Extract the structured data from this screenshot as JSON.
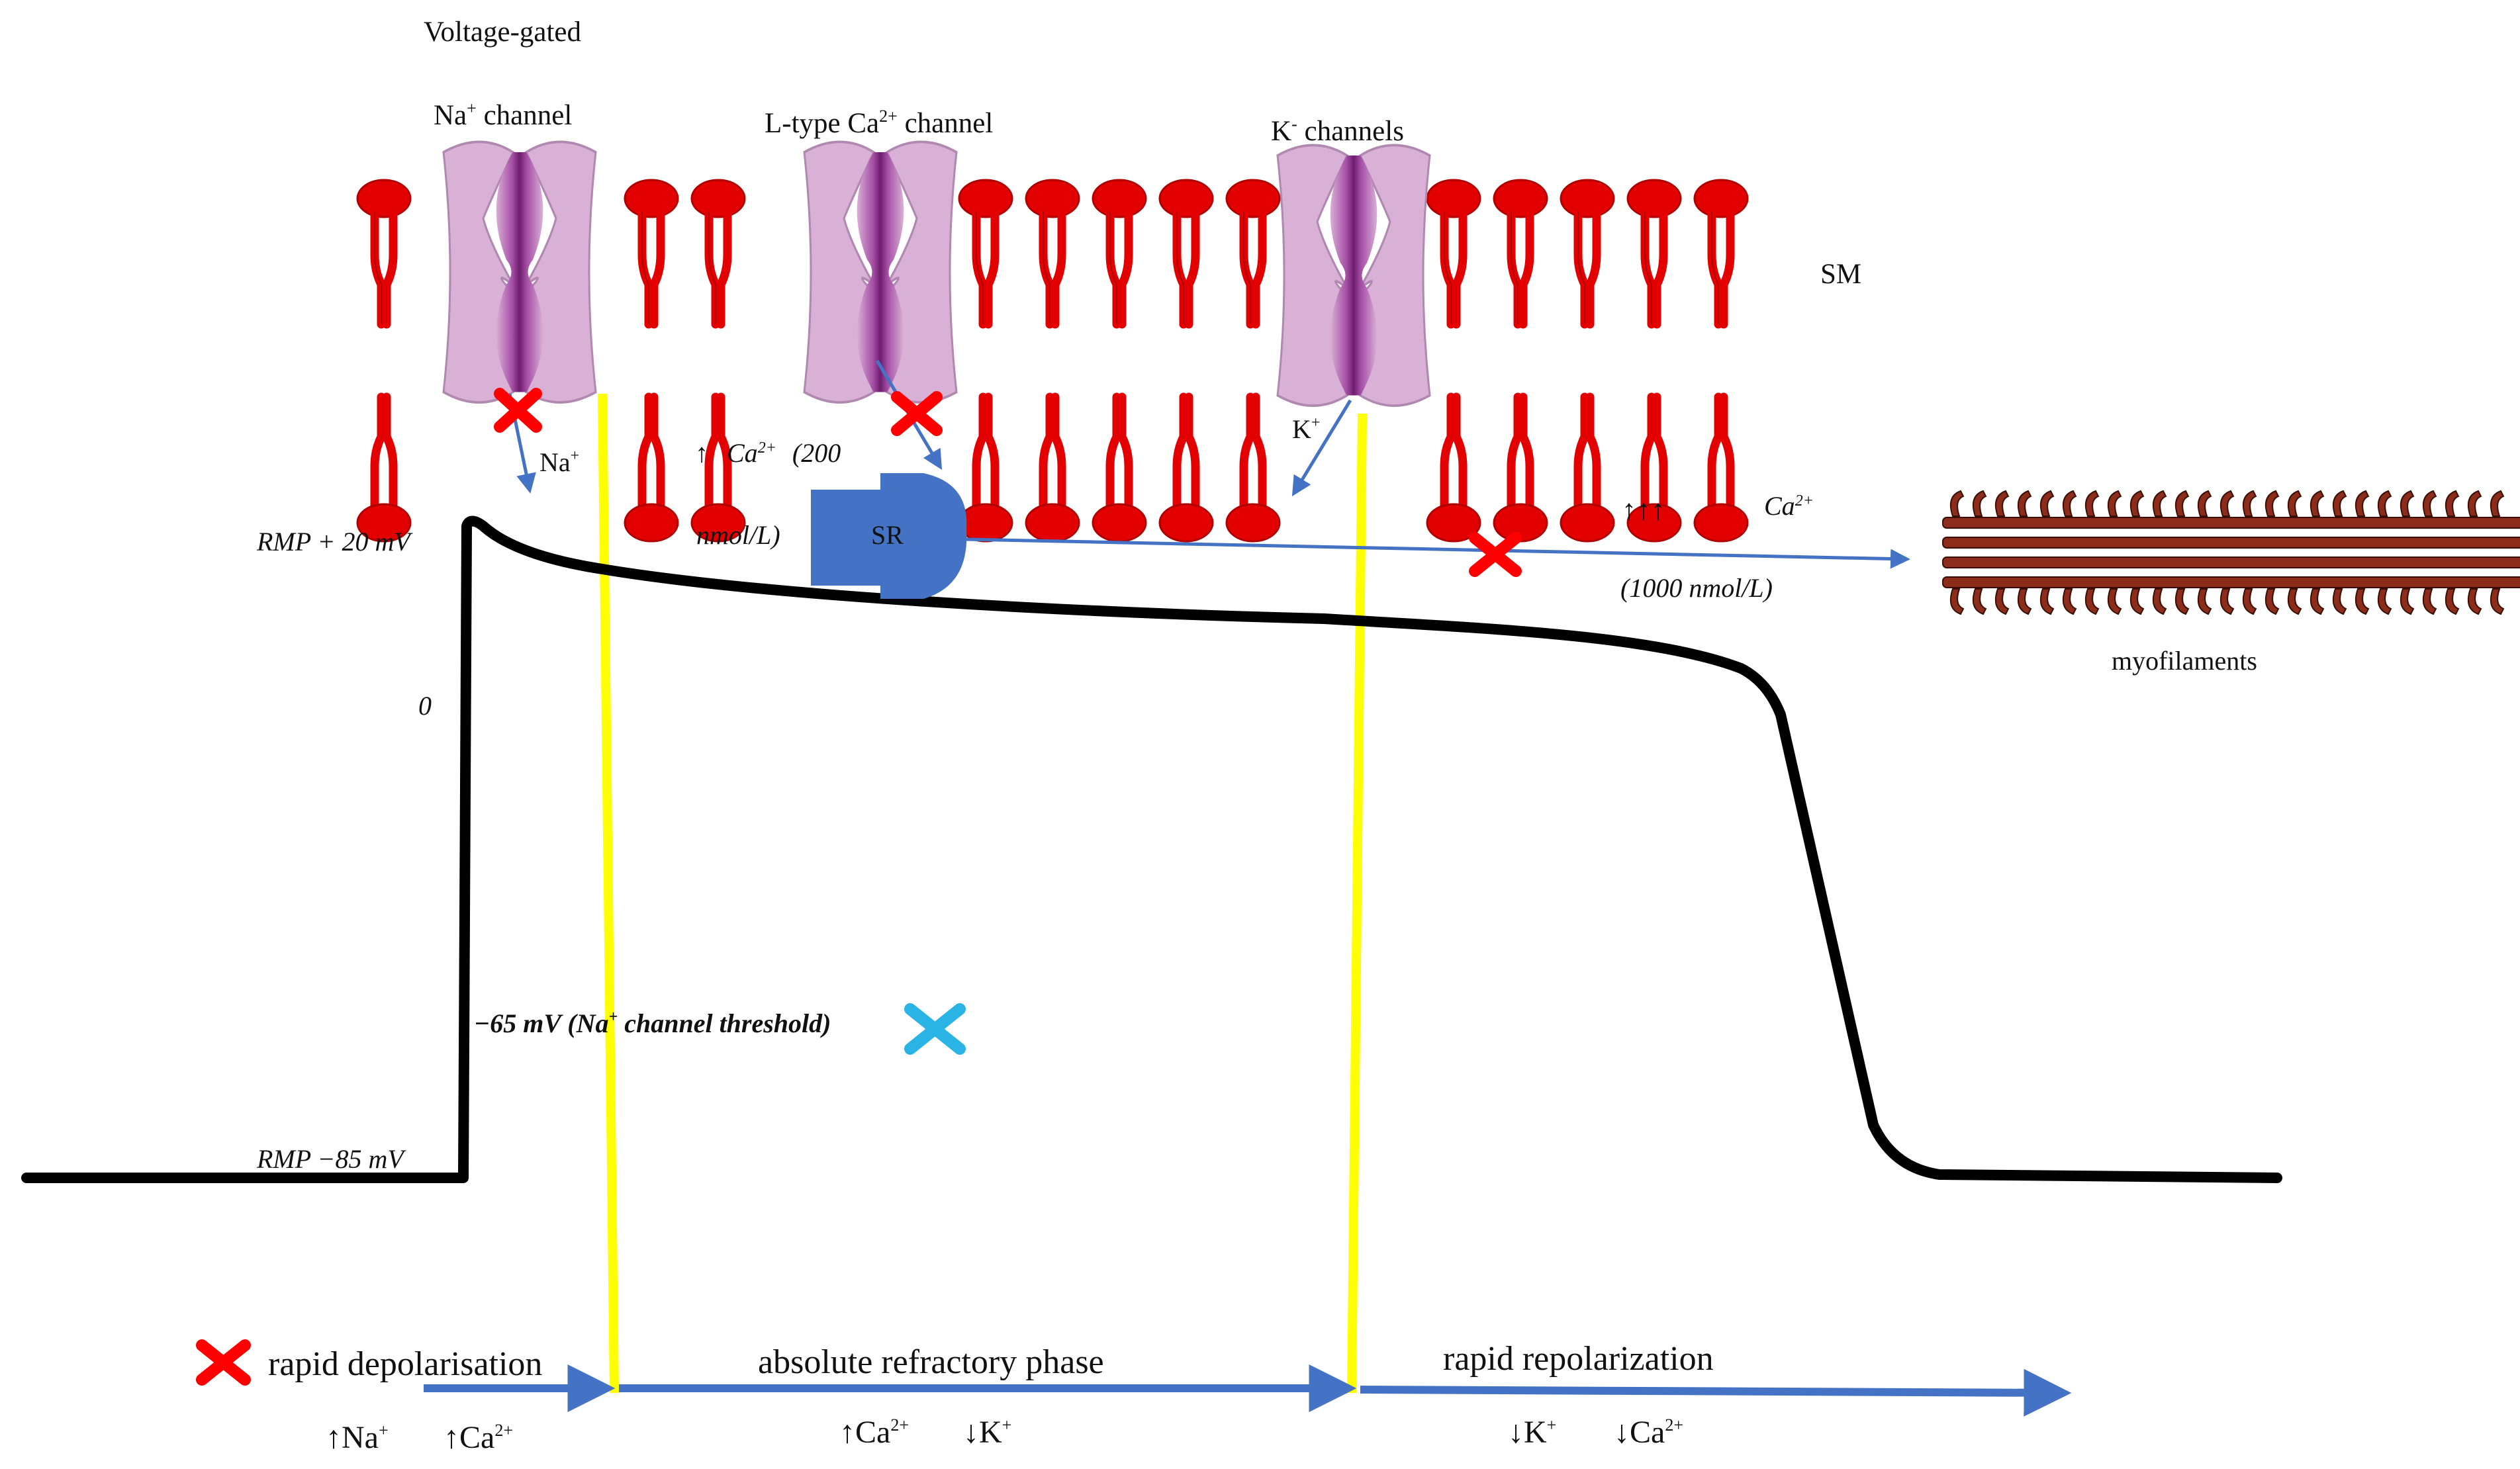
{
  "header": {
    "voltage_gated": "Voltage-gated"
  },
  "channels": {
    "na": {
      "label": "Na",
      "sup": "+",
      "rest": " channel"
    },
    "ca": {
      "label": "L-type Ca",
      "sup": "2+",
      "rest": " channel"
    },
    "k": {
      "label": "K",
      "sup": "-",
      "rest": " channels"
    },
    "membrane_label": "SM"
  },
  "ions": {
    "na": {
      "base": "Na",
      "sup": "+"
    },
    "k": {
      "base": "K",
      "sup": "+"
    }
  },
  "sr": {
    "label": "SR",
    "ca_low_arrow": "↑",
    "ca_low_ion": "Ca",
    "ca_low_sup": "2+",
    "ca_low_conc_a": "(200",
    "ca_low_conc_b": "nmol/L)",
    "ca_high_arrows": "↑↑↑",
    "ca_high_ion": "Ca",
    "ca_high_sup": "2+",
    "ca_high_conc": "(1000 nmol/L)",
    "myofilaments_label": "myofilaments"
  },
  "axis_labels": {
    "rmp_plus": "RMP + 20 mV",
    "zero": "0",
    "threshold": "−65 mV (Na",
    "threshold_sup": "+",
    "threshold_rest": " channel threshold)",
    "rmp_minus": "RMP −85 mV"
  },
  "phases": [
    {
      "label": "rapid depolarisation"
    },
    {
      "label": "absolute refractory phase"
    },
    {
      "label": "rapid repolarization"
    }
  ],
  "phase_ions": {
    "p1a_arrow": "↑",
    "p1a_ion": "Na",
    "p1a_sup": "+",
    "p1b_arrow": "↑",
    "p1b_ion": "Ca",
    "p1b_sup": "2+",
    "p2a_arrow": "↑",
    "p2a_ion": "Ca",
    "p2a_sup": "2+",
    "p2b_arrow": "↓",
    "p2b_ion": "K",
    "p2b_sup": "+",
    "p3a_arrow": "↓",
    "p3a_ion": "K",
    "p3a_sup": "+",
    "p3b_arrow": "↓",
    "p3b_ion": "Ca",
    "p3b_sup": "2+"
  },
  "colors": {
    "lipid_head": "#e20000",
    "channel_fill": "#d9b0d6",
    "channel_core": "#8a2a8a",
    "arrow_blue": "#4472c4",
    "sr_blue": "#4472c4",
    "phase_line": "#ffff00",
    "block_red": "#ff0000",
    "block_cyan": "#2ab4e6",
    "trace": "#000000",
    "myofilament": "#8b2d1a"
  }
}
